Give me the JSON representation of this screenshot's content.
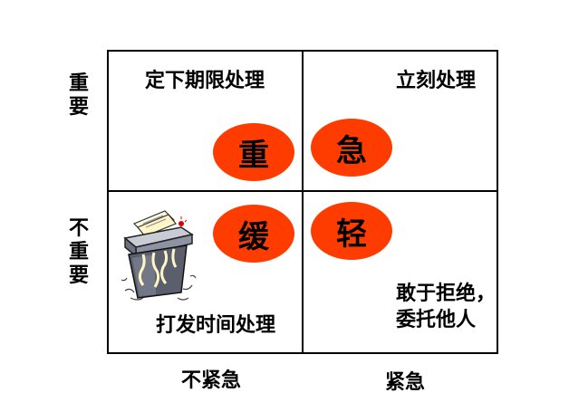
{
  "colors": {
    "oval": "#ff3c00",
    "border": "#000000"
  },
  "axes": {
    "y_top": "重要",
    "y_bottom": "不重要",
    "x_left": "不紧急",
    "x_right": "紧急"
  },
  "quadrants": {
    "top_left": "定下期限处理",
    "top_right": "立刻处理",
    "bottom_left": "打发时间处理",
    "bottom_right_line1": "敢于拒绝，",
    "bottom_right_line2": "委托他人"
  },
  "ovals": {
    "important": "重",
    "urgent": "急",
    "slow": "缓",
    "light": "轻"
  },
  "icons": {
    "shredder": "paper-shredder-icon"
  }
}
